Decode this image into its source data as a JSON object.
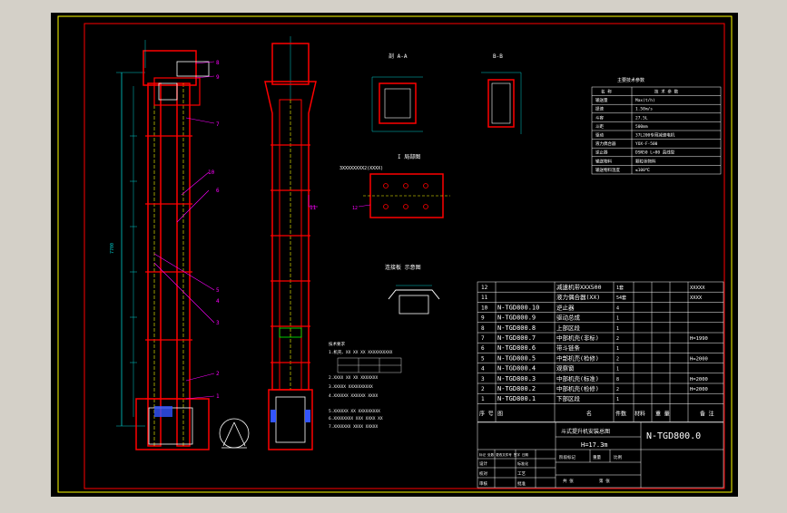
{
  "colors": {
    "background": "#000000",
    "frame": "#ffff00",
    "border": "#ff0000",
    "structure": "#ff0000",
    "lines": "#ffffff",
    "dimensions": "#00cccc",
    "annotations": "#ff00ff",
    "detail": "#00ff00",
    "accent_blue": "#3355ff"
  },
  "views": {
    "section_aa": "剖 A-A",
    "section_bb": "B-B",
    "view_i": "I 局部图",
    "view_i_leader": "3XXXXXXXX2(XXXX)",
    "joint_view": "连接板 示意图",
    "scale_left": "7700"
  },
  "callouts": {
    "left": [
      "8",
      "9",
      "7",
      "10",
      "6",
      "5",
      "4",
      "3",
      "2",
      "1"
    ],
    "right": [
      "11"
    ]
  },
  "spec_table": {
    "title": "主要技术参数",
    "headers": [
      "名 称",
      "技 术 参 数"
    ],
    "rows": [
      [
        "输送量",
        "Max(t/h)"
      ],
      [
        "提速",
        "1.58m/s"
      ],
      [
        "斗容",
        "27.5L"
      ],
      [
        "斗距",
        "500mm"
      ],
      [
        "驱动",
        "37L200专用减速电机"
      ],
      [
        "液力偶合器",
        "YOX-F-500"
      ],
      [
        "逆止器",
        "DSN50 L=80 直线型"
      ],
      [
        "输送物料",
        "颗粒状物料"
      ],
      [
        "输送物料温度",
        "≤100℃"
      ]
    ]
  },
  "notes": {
    "title": "技术要求",
    "lines": [
      "1.机壳、XX XX XX XXXXXXXXXX",
      "2.XXXX XX XX XXXXXXX",
      "3.XXXXX XXXXXXXXXX",
      "4.XXXXXX XXXXXX XXXX",
      "5.XXXXXX XX XXXXXXXXX",
      "6.XXXXXXXX XXX XXXX XX",
      "7.XXXXXXX XXXX XXXXX"
    ]
  },
  "bom": {
    "rows": [
      {
        "no": "12",
        "code": "",
        "name": "减速机带XXX500",
        "qty": "1套",
        "material": "",
        "weight": "",
        "remark": "XXXXX"
      },
      {
        "no": "11",
        "code": "",
        "name": "液力偶合器(XX)",
        "qty": "54套",
        "material": "",
        "weight": "",
        "remark": "XXXX"
      },
      {
        "no": "10",
        "code": "N-TGD800.10",
        "name": "逆止器",
        "qty": "4",
        "material": "",
        "weight": "",
        "remark": ""
      },
      {
        "no": "9",
        "code": "N-TGD800.9",
        "name": "驱动总成",
        "qty": "1",
        "material": "",
        "weight": "",
        "remark": ""
      },
      {
        "no": "8",
        "code": "N-TGD800.8",
        "name": "上部区段",
        "qty": "1",
        "material": "",
        "weight": "",
        "remark": ""
      },
      {
        "no": "7",
        "code": "N-TGD800.7",
        "name": "中部机壳(非标)",
        "qty": "2",
        "material": "",
        "weight": "",
        "remark": "H=1990"
      },
      {
        "no": "6",
        "code": "N-TGD800.6",
        "name": "带斗链条",
        "qty": "1",
        "material": "",
        "weight": "",
        "remark": ""
      },
      {
        "no": "5",
        "code": "N-TGD800.5",
        "name": "中部机壳(检修)",
        "qty": "2",
        "material": "",
        "weight": "",
        "remark": "H=2000"
      },
      {
        "no": "4",
        "code": "N-TGD800.4",
        "name": "观察窗",
        "qty": "1",
        "material": "",
        "weight": "",
        "remark": ""
      },
      {
        "no": "3",
        "code": "N-TGD800.3",
        "name": "中部机壳(标准)",
        "qty": "8",
        "material": "",
        "weight": "",
        "remark": "H=2000"
      },
      {
        "no": "2",
        "code": "N-TGD800.2",
        "name": "中部机壳(检修)",
        "qty": "2",
        "material": "",
        "weight": "",
        "remark": "H=2000"
      },
      {
        "no": "1",
        "code": "N-TGD800.1",
        "name": "下部区段",
        "qty": "1",
        "material": "",
        "weight": "",
        "remark": ""
      }
    ],
    "header": {
      "no": "序 号",
      "code": "图",
      "name": "名",
      "qty": "件数",
      "material": "材料",
      "weight": "重 量",
      "remark": "备 注"
    }
  },
  "title_block": {
    "name": "斗式提升机安装总图",
    "height": "H=17.3m",
    "drawing_no": "N-TGD800.0",
    "stage_label": "阶段标记",
    "weight_label": "重量",
    "scale_label": "比例",
    "sheet_label": "共 张",
    "sheet_of": "第 张",
    "roles": [
      "设计",
      "校对",
      "审核"
    ],
    "role_right": [
      "标准化",
      "工艺",
      "批准"
    ],
    "change_header": "标记 处数 更改文件号 签字 日期"
  }
}
